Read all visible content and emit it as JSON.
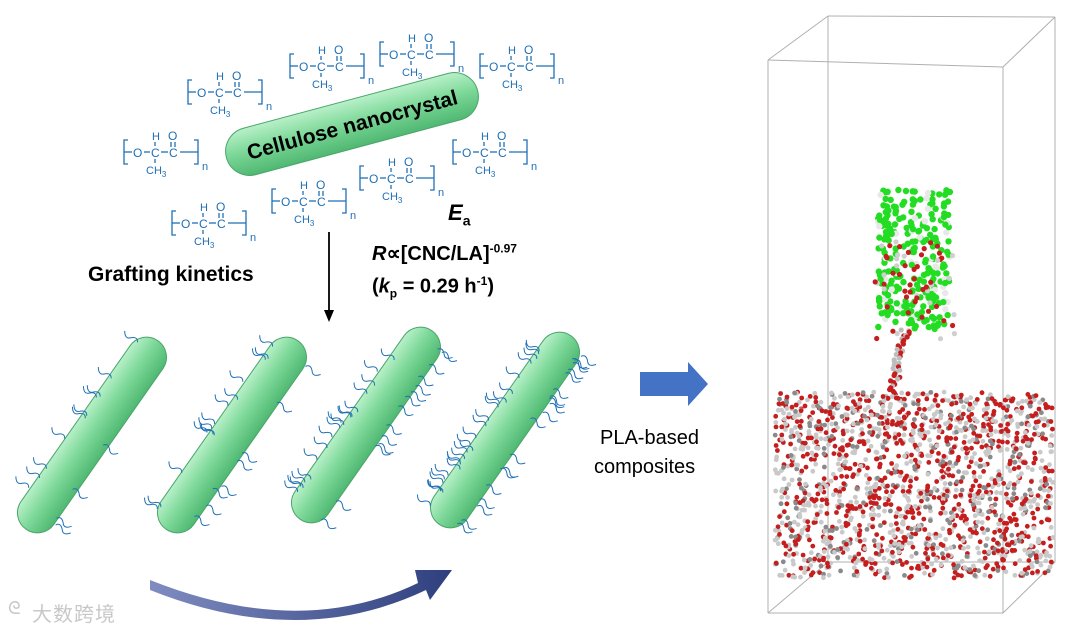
{
  "cnc_label": "Cellulose nanocrystal",
  "repeat_unit": {
    "h": "H",
    "o_ether": "O",
    "c1": "C",
    "c2": "C",
    "o_carbonyl": "O",
    "ch3": "CH",
    "ch3_sub": "3",
    "n": "n"
  },
  "kinetics": {
    "grafting_label": "Grafting kinetics",
    "ea_symbol": "E",
    "ea_sub": "a",
    "rate_symbol": "R",
    "rate_rel": "∝[CNC/LA]",
    "rate_exp": "-0.97",
    "kp_open": "(",
    "kp_symbol": "k",
    "kp_sub": "p",
    "kp_value": " = 0.29 h",
    "kp_exp": "-1",
    "kp_close": ")"
  },
  "output": {
    "line1": "PLA-based",
    "line2": "composites"
  },
  "watermark": "大数跨境",
  "colors": {
    "chain_blue": "#1f6fb5",
    "rod_green": "#7fd99a",
    "arrow_blue": "#4472c4",
    "curve_arrow": "#3a4c8a",
    "sim_green": "#22dd22",
    "sim_red": "#c41e1e",
    "box_line": "#b0b0b0"
  }
}
